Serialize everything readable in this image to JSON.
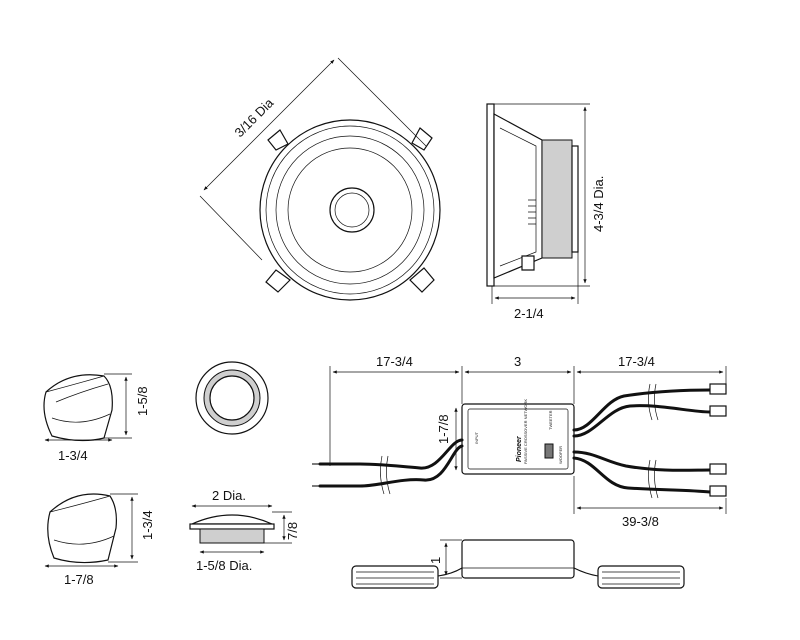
{
  "woofer": {
    "diameter_label": "3/16 Dia",
    "height_label": "4-3/4 Dia.",
    "depth_label": "2-1/4"
  },
  "tweeter_angled_small": {
    "width_label": "1-3/4",
    "height_label": "1-5/8"
  },
  "tweeter_angled_large": {
    "width_label": "1-7/8",
    "height_label": "1-3/4"
  },
  "tweeter_flush": {
    "diameter_label": "2 Dia.",
    "depth_label": "7/8",
    "cutout_label": "1-5/8 Dia."
  },
  "crossover": {
    "left_lead_label": "17-3/4",
    "body_length_label": "3",
    "right_lead_label": "17-3/4",
    "height_label": "1-7/8",
    "output_lead_label": "39-3/8",
    "side_height_label": "1",
    "brand_label": "Pioneer",
    "input_label": "INPUT",
    "output_tweeter_label": "TWEETER",
    "output_woofer_label": "WOOFER",
    "model_label": "PASSIVE CROSSOVER NETWORK"
  }
}
